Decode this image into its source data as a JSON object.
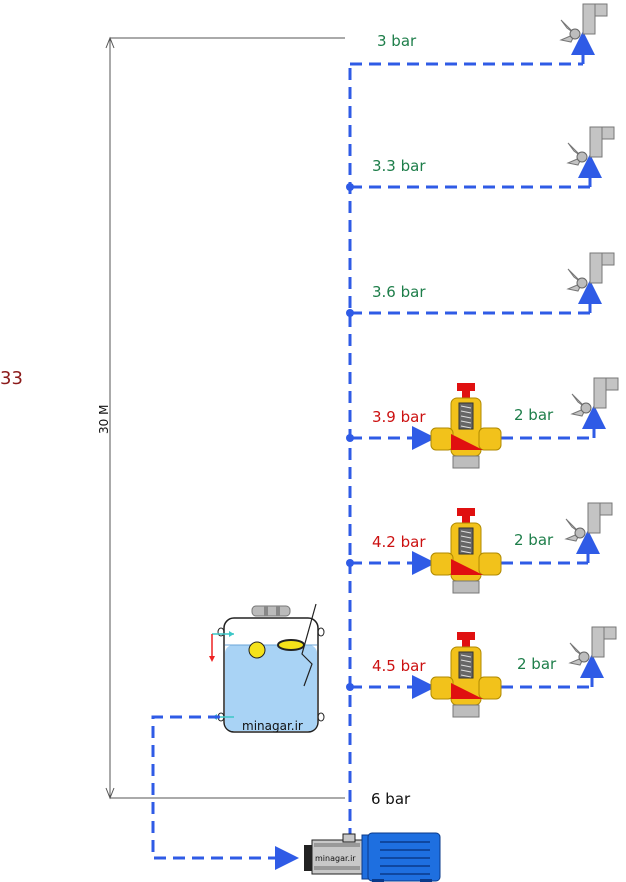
{
  "side_number": "33",
  "height_label": "30 M",
  "pump_pressure": "6 bar",
  "brand": "minagar.ir",
  "branches": [
    {
      "inlet": "3 bar",
      "has_reducer": false
    },
    {
      "inlet": "3.3 bar",
      "has_reducer": false
    },
    {
      "inlet": "3.6 bar",
      "has_reducer": false
    },
    {
      "inlet": "3.9 bar",
      "has_reducer": true,
      "outlet": "2 bar"
    },
    {
      "inlet": "4.2 bar",
      "has_reducer": true,
      "outlet": "2 bar"
    },
    {
      "inlet": "4.5 bar",
      "has_reducer": true,
      "outlet": "2 bar"
    }
  ],
  "colors": {
    "pipe": "#2f5be6",
    "inlet_ok": "#1e7e4a",
    "inlet_high": "#cc1111",
    "tank_water": "#a9d3f5",
    "valve_body": "#f2c21b",
    "motor": "#1e6fe0"
  }
}
